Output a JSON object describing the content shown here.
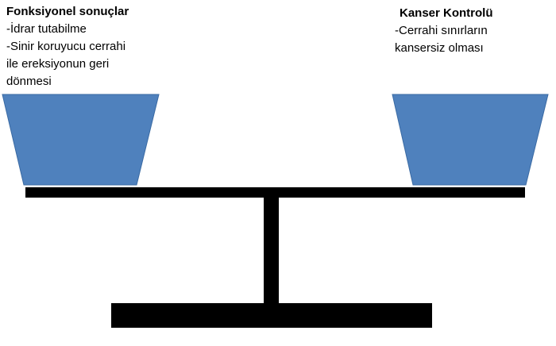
{
  "left": {
    "title": "Fonksiyonel sonuçlar",
    "lines": [
      "-İdrar tutabilme",
      "-Sinir koruyucu cerrahi",
      "ile ereksiyonun geri",
      "dönmesi"
    ]
  },
  "right": {
    "title": "Kanser Kontrolü",
    "lines": [
      "-Cerrahi sınırların",
      "kansersiz olması"
    ]
  },
  "colors": {
    "pan": "#4f81bd",
    "pan_border": "#3a6aa3",
    "scale": "#000000"
  }
}
